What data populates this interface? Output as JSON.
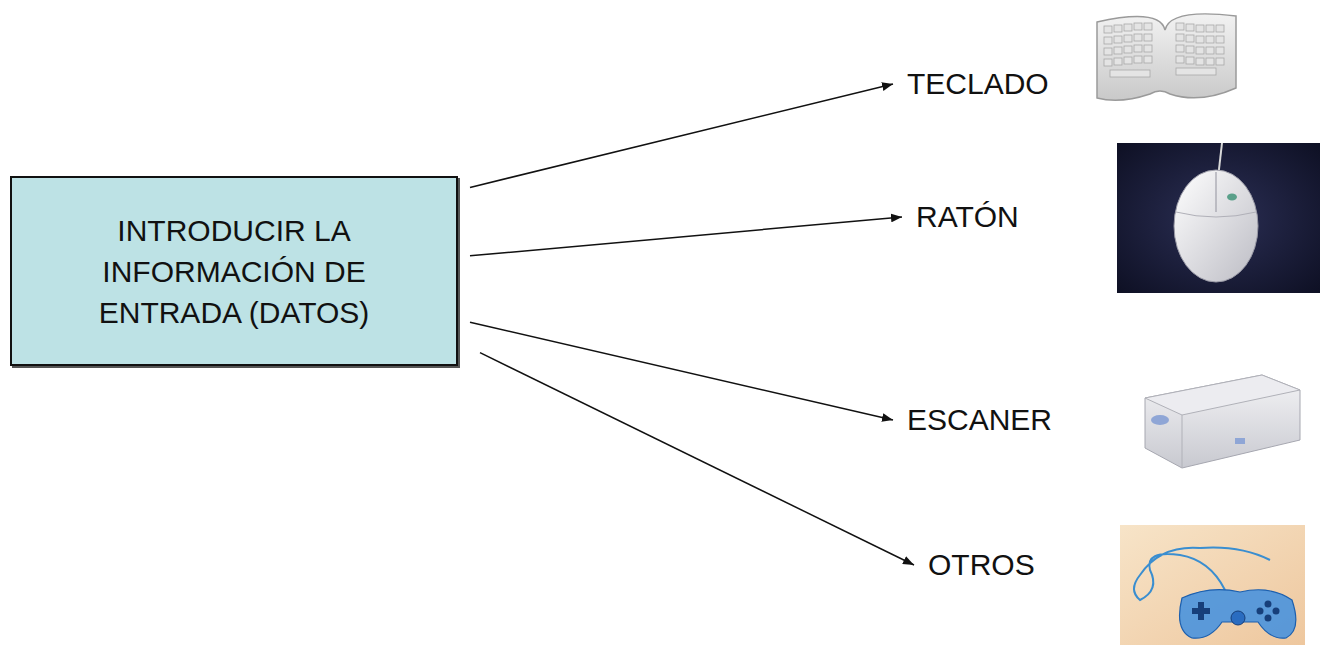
{
  "diagram": {
    "nodes": [
      {
        "text": [
          "INTRODUCIR LA INFORMACIÓN DE ENTRADA (DATOS)"
        ]
      },
      {
        "text": [
          "TECLADO"
        ]
      },
      {
        "text": [
          "RATÓN"
        ]
      },
      {
        "text": [
          "ESCANER"
        ]
      },
      {
        "text": [
          "OTROS"
        ]
      }
    ],
    "edges": [
      {
        "from": 0,
        "to": 1,
        "arrow": "to"
      },
      {
        "from": 0,
        "to": 2,
        "arrow": "to"
      },
      {
        "from": 0,
        "to": 3,
        "arrow": "to"
      },
      {
        "from": 0,
        "to": 4,
        "arrow": "to"
      }
    ]
  }
}
